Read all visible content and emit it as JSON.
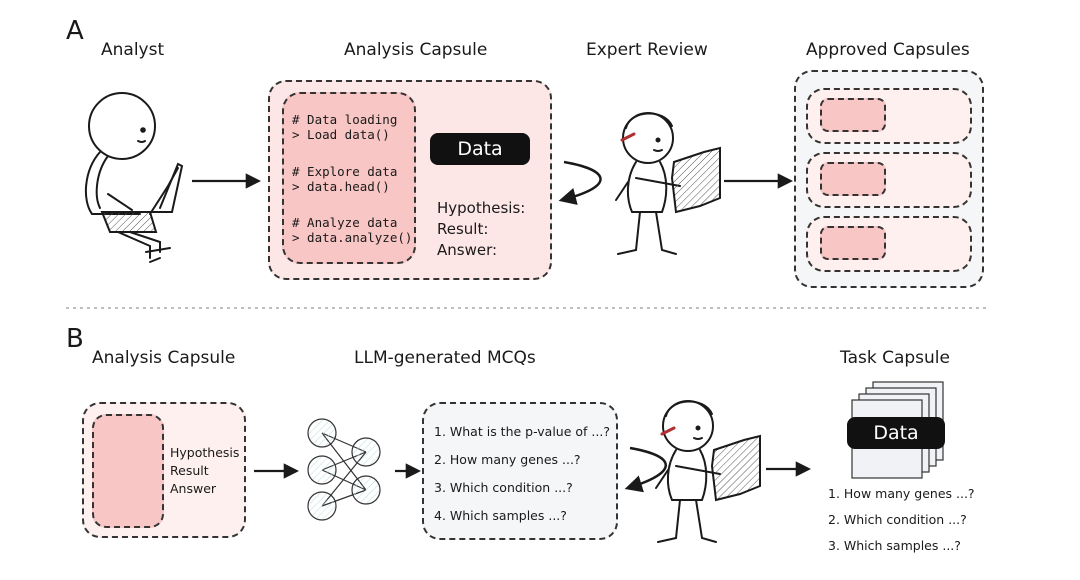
{
  "panels": {
    "a": "A",
    "b": "B"
  },
  "row_a": {
    "analyst_title": "Analyst",
    "capsule_title": "Analysis Capsule",
    "review_title": "Expert Review",
    "approved_title": "Approved Capsules",
    "code": [
      "# Data loading",
      "> Load data()",
      "",
      "# Explore data",
      "> data.head()",
      "",
      "# Analyze data",
      "> data.analyze()"
    ],
    "data_label": "Data",
    "fields": [
      "Hypothesis:",
      "Result:",
      "Answer:"
    ]
  },
  "row_b": {
    "capsule_title": "Analysis Capsule",
    "mcq_title": "LLM-generated MCQs",
    "task_title": "Task Capsule",
    "capsule_fields": [
      "Hypothesis",
      "Result",
      "Answer"
    ],
    "mcqs": [
      "1. What is the p-value of ...?",
      "2. How many genes ...?",
      "3. Which condition ...?",
      "4. Which samples ...?"
    ],
    "data_label": "Data",
    "task_questions": [
      "1. How many genes ...?",
      "2. Which condition ...?",
      "3. Which samples ...?"
    ]
  },
  "colors": {
    "pink_fill": "#fde7e6",
    "pink_strong": "#f8c6c4",
    "light_pink": "#fdf0ef",
    "gray_fill": "#f4f6f8",
    "teal_fill": "#e4f3f4",
    "purple_fill": "#c3b1f9"
  }
}
